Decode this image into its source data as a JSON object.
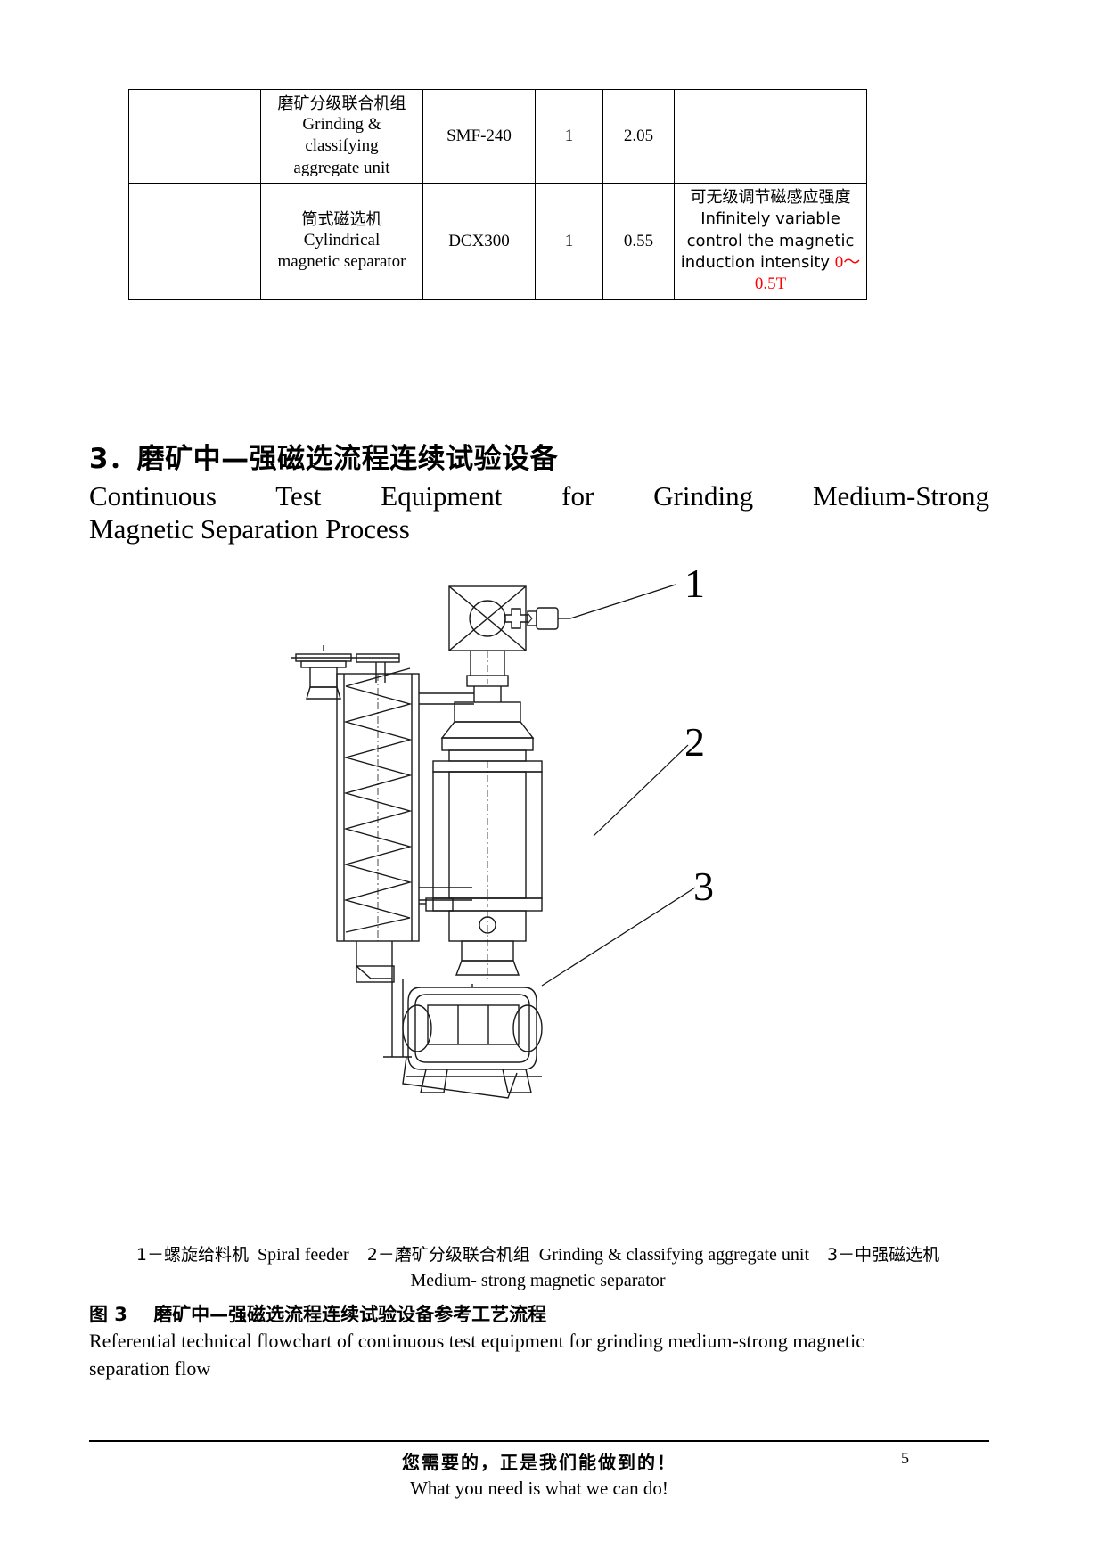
{
  "table": {
    "rows": [
      {
        "index": "",
        "name_cn": "磨矿分级联合机组",
        "name_en": "Grinding & classifying aggregate unit",
        "model": "SMF-240",
        "qty": "1",
        "power": "2.05",
        "note": ""
      },
      {
        "index": "",
        "name_cn": "筒式磁选机",
        "name_en": "Cylindrical magnetic separator",
        "model": "DCX300",
        "qty": "1",
        "power": "0.55",
        "note_plain": "可无级调节磁感应强度 Infinitely variable control the magnetic induction intensity ",
        "note_red": "0～0.5T"
      }
    ]
  },
  "section": {
    "number": "3．",
    "title_cn": "磨矿中—强磁选流程连续试验设备",
    "title_en_line1": "Continuous Test Equipment for Grinding Medium-Strong",
    "title_en_line2": "Magnetic Separation Process"
  },
  "figure": {
    "callouts": [
      {
        "id": "1",
        "label": "1"
      },
      {
        "id": "2",
        "label": "2"
      },
      {
        "id": "3",
        "label": "3"
      }
    ],
    "legend_line1_a": "1－螺旋给料机",
    "legend_line1_b": "Spiral feeder",
    "legend_line1_c": "2－磨矿分级联合机组",
    "legend_line1_d": "Grinding & classifying aggregate unit",
    "legend_line1_e": "3－中强磁选机",
    "legend_line2": "Medium- strong magnetic separator"
  },
  "caption": {
    "label_cn": "图 3",
    "title_cn": "磨矿中—强磁选流程连续试验设备参考工艺流程",
    "title_en_line1": "Referential technical flowchart of continuous test equipment for grinding medium-strong magnetic",
    "title_en_line2": "separation flow"
  },
  "footer": {
    "slogan_cn": "您需要的，正是我们能做到的！",
    "slogan_en": "What you need is what we can do!",
    "page_number": "5"
  },
  "colors": {
    "red_accent": "#ff0000",
    "line": "#000000",
    "background": "#ffffff"
  }
}
